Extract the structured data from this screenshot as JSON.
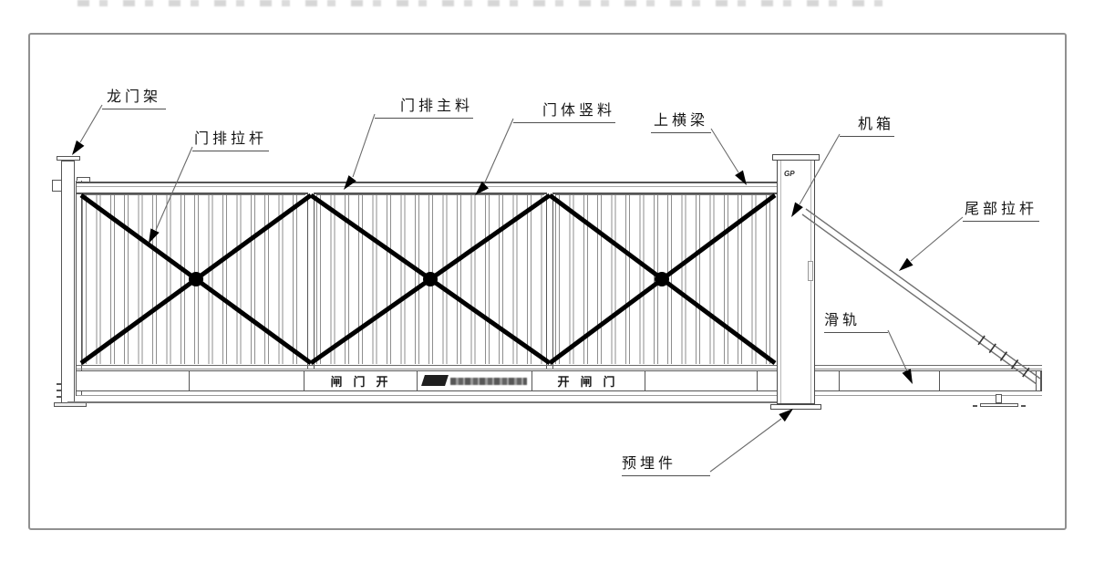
{
  "diagram": {
    "labels": {
      "gantry_frame": "龙门架",
      "door_row_tie_rod": "门排拉杆",
      "door_row_main_profile": "门排主料",
      "door_body_vertical_profile": "门体竖料",
      "top_beam": "上横梁",
      "machine_box": "机箱",
      "tail_tie_rod": "尾部拉杆",
      "slide_rail": "滑轨",
      "embedded_part": "预埋件"
    },
    "gate_panel_text": {
      "left": "闸门开",
      "right": "开闸门"
    },
    "machine_box": {
      "logo_mark": "GP"
    },
    "colors": {
      "background": "#ffffff",
      "frame_border": "#909090",
      "structure_line": "#555555",
      "brace": "#000000",
      "label_text": "#141414"
    }
  }
}
